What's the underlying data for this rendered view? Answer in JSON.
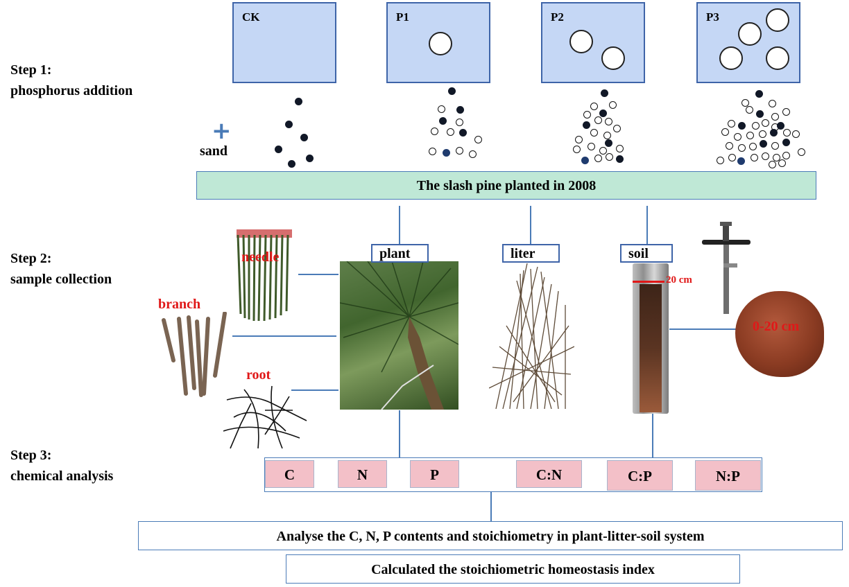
{
  "steps": [
    {
      "title": "Step 1:",
      "subtitle": "phosphorus addition"
    },
    {
      "title": "Step 2:",
      "subtitle": "sample collection"
    },
    {
      "title": "Step 3:",
      "subtitle": "chemical analysis"
    }
  ],
  "plots": [
    {
      "label": "CK",
      "circles": 0
    },
    {
      "label": "P1",
      "circles": 1
    },
    {
      "label": "P2",
      "circles": 2
    },
    {
      "label": "P3",
      "circles": 4
    }
  ],
  "treatment": {
    "plus_symbol": "+",
    "sand_label": "sand"
  },
  "banner": {
    "text": "The slash pine planted in 2008"
  },
  "collection": {
    "plant_label": "plant",
    "liter_label": "liter",
    "soil_label": "soil",
    "needle_label": "needle",
    "branch_label": "branch",
    "root_label": "root",
    "depth_label": "20 cm",
    "soil_sample_label": "0-20 cm"
  },
  "analysis": {
    "elements": [
      "C",
      "N",
      "P",
      "C:N",
      "C:P",
      "N:P"
    ]
  },
  "results": {
    "analyse_text": "Analyse the C, N, P contents and stoichiometry in plant-litter-soil system",
    "index_text": "Calculated the stoichiometric homeostasis index"
  },
  "colors": {
    "plot_fill": "#c5d7f5",
    "banner_fill": "#bfe8d6",
    "chem_fill": "#f3c0c8",
    "accent_red": "#e01818",
    "line": "#4a7bb7"
  }
}
